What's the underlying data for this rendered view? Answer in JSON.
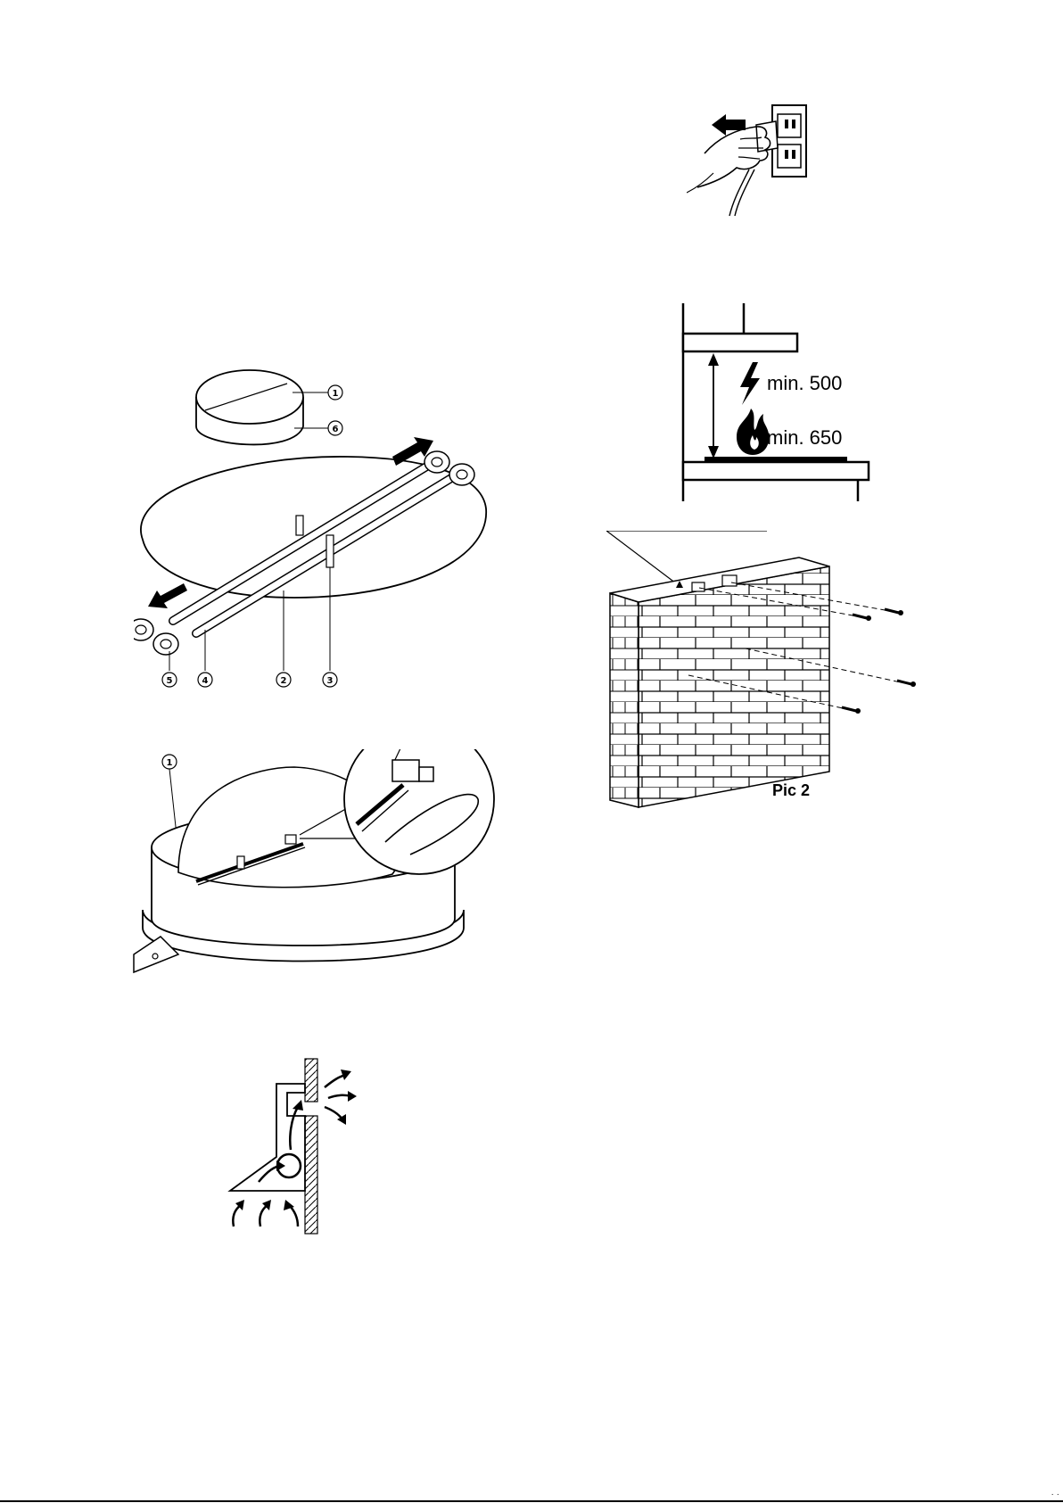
{
  "clearance": {
    "electric_label": "min. 500",
    "gas_label": "min. 650"
  },
  "wall_mount": {
    "caption": "Pic 2"
  },
  "damper_callouts": {
    "top": [
      "1",
      "6"
    ],
    "bottom": [
      "5",
      "4",
      "2",
      "3"
    ],
    "assembled": "1"
  },
  "page_mark": "· ·"
}
